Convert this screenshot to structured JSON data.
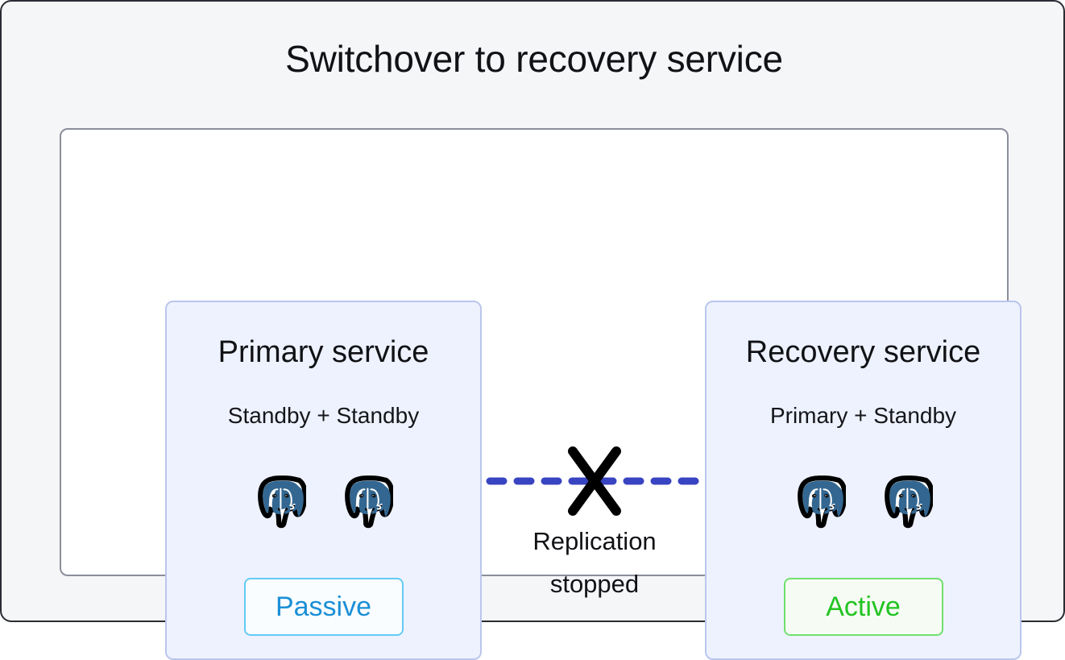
{
  "diagram": {
    "title": "Switchover to recovery service",
    "background_color": "#f5f6f8",
    "panel_color": "#ffffff",
    "panel_border_color": "#8b8e9b"
  },
  "cards": [
    {
      "id": "primary",
      "title": "Primary service",
      "subtitle": "Standby + Standby",
      "nodes": [
        "postgresql-icon",
        "postgresql-icon"
      ],
      "node_count": 2,
      "status": {
        "label": "Passive",
        "text_color": "#1b8fd6",
        "border_color": "#62cbf4",
        "background_color": "#fafdff"
      },
      "card_background": "#eef2fe",
      "card_border": "#bac6ec"
    },
    {
      "id": "recovery",
      "title": "Recovery service",
      "subtitle": "Primary + Standby",
      "nodes": [
        "postgresql-icon",
        "postgresql-icon"
      ],
      "node_count": 2,
      "status": {
        "label": "Active",
        "text_color": "#22c422",
        "border_color": "#6fe06d",
        "background_color": "#f6fcf4"
      },
      "card_background": "#eef2fe",
      "card_border": "#bac6ec"
    }
  ],
  "connector": {
    "type": "dashed-line-with-cross",
    "line_color": "#3944c2",
    "line_style": "dashed",
    "cross_color": "#000000",
    "cross_meaning": "broken-link",
    "caption_line_1": "Replication",
    "caption_line_2": "stopped"
  }
}
